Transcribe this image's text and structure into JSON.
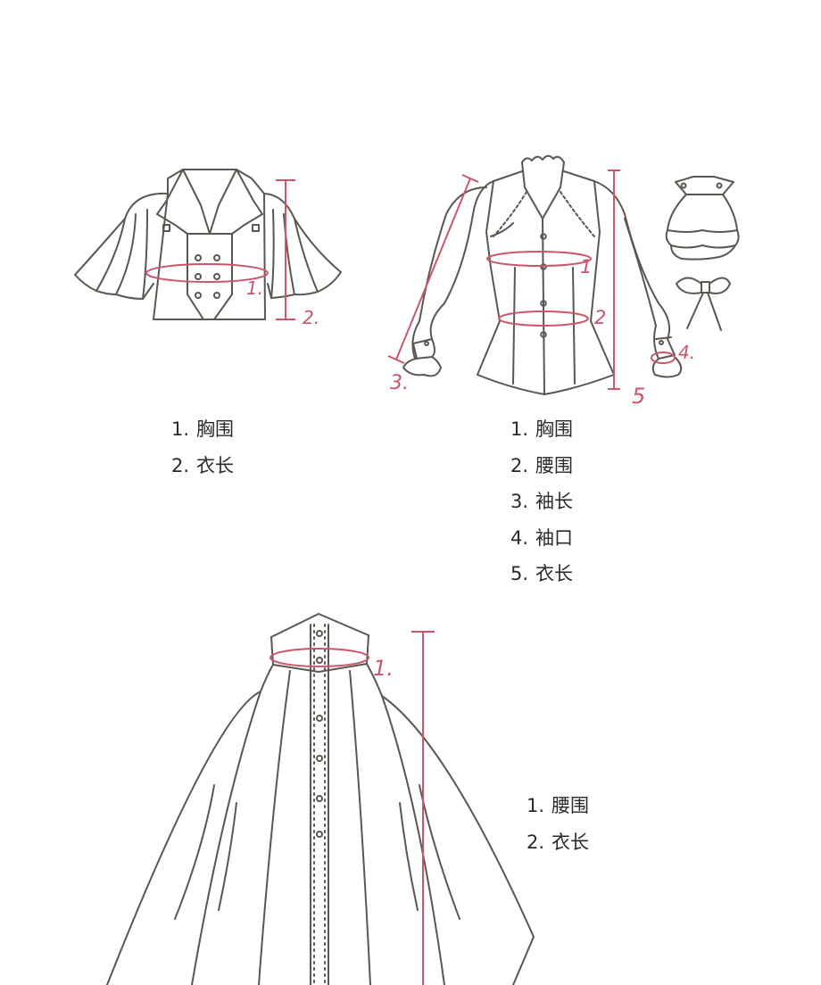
{
  "vest": {
    "markers": [
      "1.",
      "2."
    ],
    "legend": [
      {
        "num": "1.",
        "label": "胸围"
      },
      {
        "num": "2.",
        "label": "衣长"
      }
    ]
  },
  "blouse": {
    "markers": [
      "1",
      "2",
      "3.",
      "4.",
      "5"
    ],
    "legend": [
      {
        "num": "1.",
        "label": "胸围"
      },
      {
        "num": "2.",
        "label": "腰围"
      },
      {
        "num": "3.",
        "label": "袖长"
      },
      {
        "num": "4.",
        "label": "袖口"
      },
      {
        "num": "5.",
        "label": "衣长"
      }
    ]
  },
  "skirt": {
    "markers": [
      "1."
    ],
    "legend": [
      {
        "num": "1.",
        "label": "腰围"
      },
      {
        "num": "2.",
        "label": "衣长"
      }
    ]
  },
  "colors": {
    "line": "#5b5650",
    "measure": "#c9566b",
    "text": "#2a2a2a"
  }
}
